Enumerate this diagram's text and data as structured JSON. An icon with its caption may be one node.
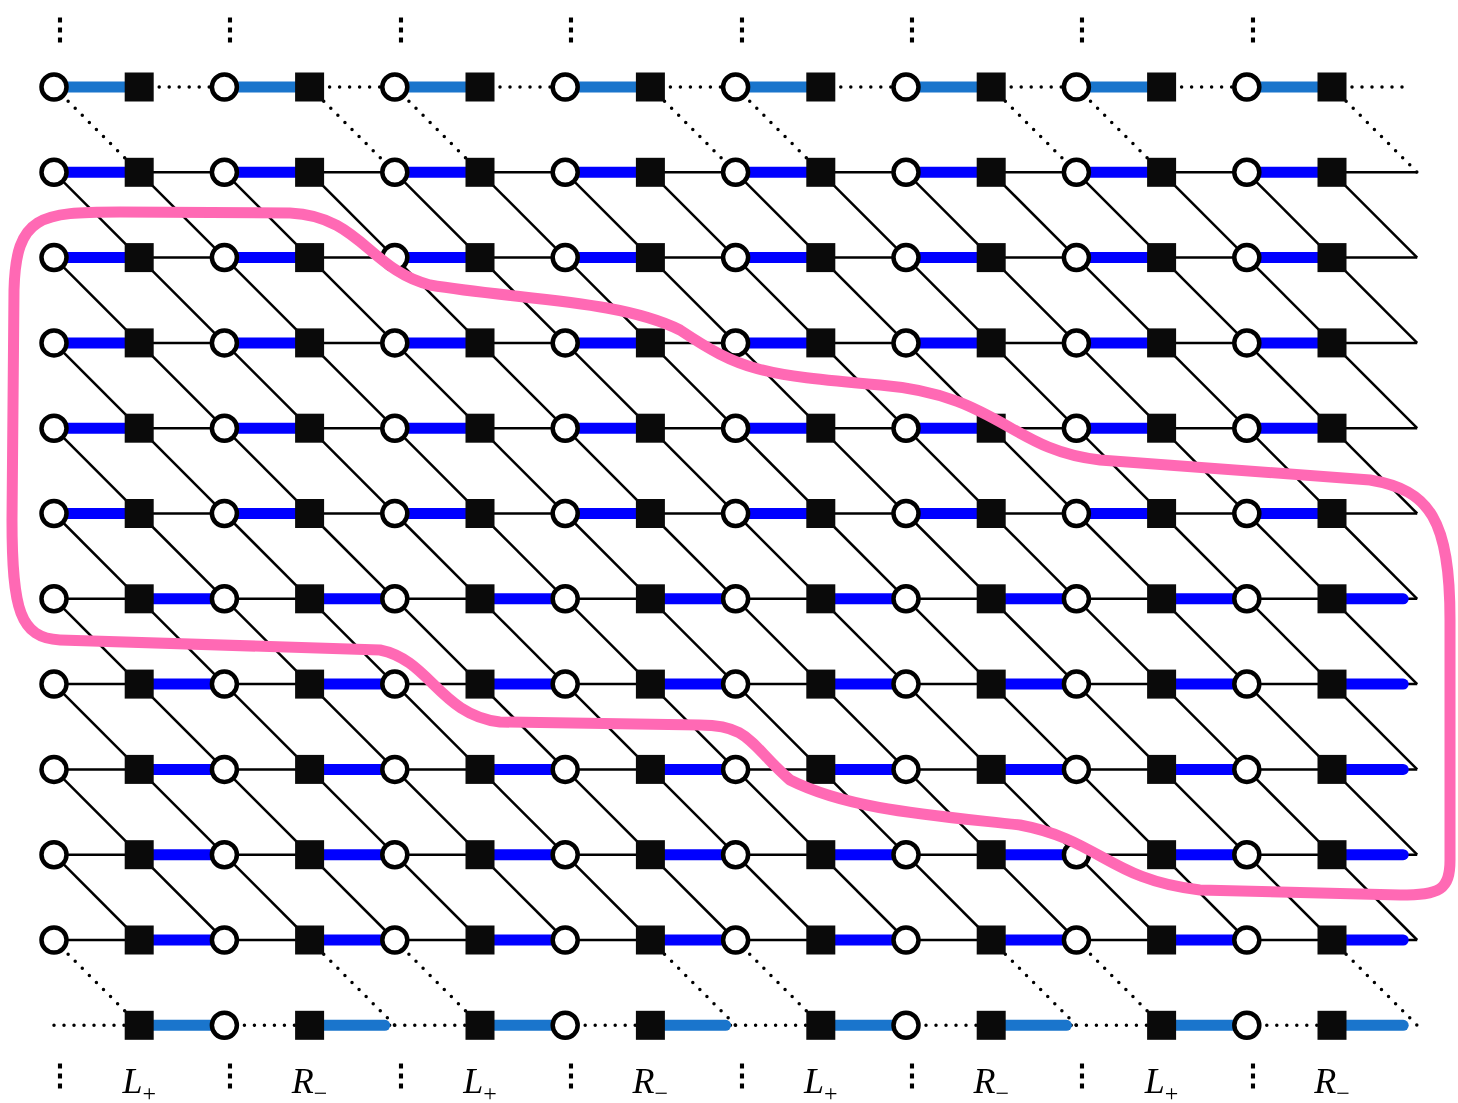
{
  "diagram": {
    "labels": [
      "⋮",
      "⋮",
      "⋮",
      "⋮",
      "⋮",
      "⋮",
      "⋮",
      "⋮",
      "⋮",
      "*L*$_{+}$",
      "⋮",
      "*R*$_{−}$",
      "⋮",
      "*L*$_{+}$",
      "⋮",
      "*R*$_{−}$",
      "⋮",
      "*L*$_{+}$",
      "⋮",
      "*R*$_{−}$",
      "⋮",
      "*L*$_{+}$",
      "⋮",
      "*R*$_{−}$"
    ]
  }
}
